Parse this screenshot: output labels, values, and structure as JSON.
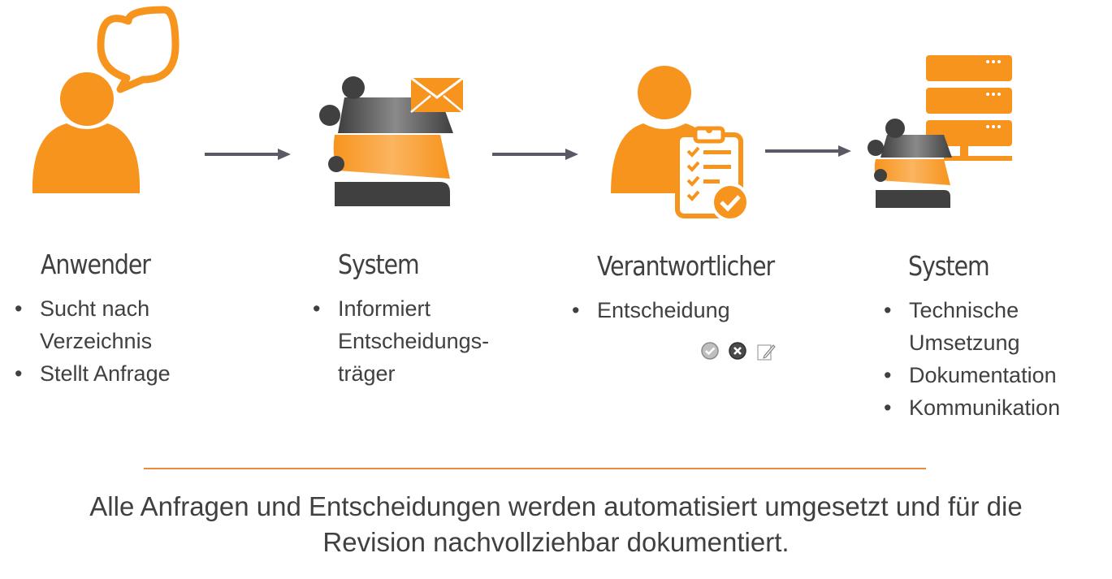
{
  "colors": {
    "accent": "#f7941d",
    "dark": "#404040",
    "arrow": "#5a5a66",
    "divider": "#e98a3c"
  },
  "steps": [
    {
      "title": "Anwender",
      "icon": "user-speech-bubble-icon",
      "bullets": [
        "Sucht nach Verzeichnis",
        "Stellt Anfrage"
      ]
    },
    {
      "title": "System",
      "icon": "system-mail-icon",
      "bullets": [
        "Informiert Entscheidungs-träger"
      ]
    },
    {
      "title": "Verantwortlicher",
      "icon": "user-checklist-icon",
      "bullets": [
        "Entscheidung"
      ],
      "action_icons": [
        "approve-icon",
        "reject-icon",
        "edit-icon"
      ]
    },
    {
      "title": "System",
      "icon": "system-server-icon",
      "bullets": [
        "Technische Umsetzung",
        "Dokumentation",
        "Kommunikation"
      ]
    }
  ],
  "footer": {
    "line1": "Alle Anfragen und Entscheidungen werden automatisiert umgesetzt und für die",
    "line2": "Revision nachvollziehbar dokumentiert."
  }
}
